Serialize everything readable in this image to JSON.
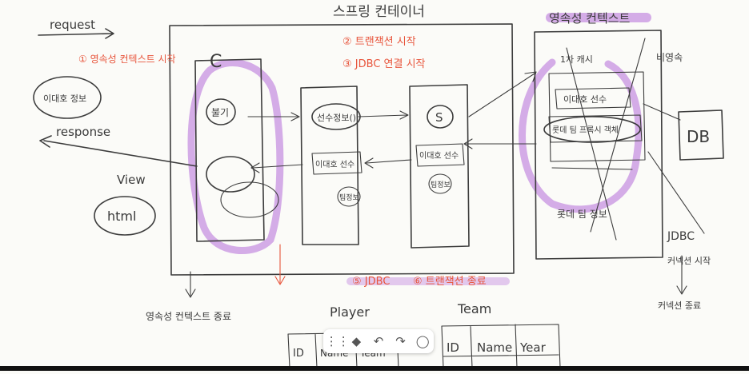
{
  "whiteboard": {
    "container_title": "스프링 컨테이너",
    "persistence_title": "영속성 컨텍스트",
    "request": "request",
    "response": "response",
    "step1": "① 영속성 컨텍스트 시작",
    "step2": "② 트랜잭션 시작",
    "step3": "③ JDBC 연결 시작",
    "step5": "⑤ JDBC",
    "step6": "⑥ 트랜잭션 종료",
    "player_info": "이대호 정보",
    "view": "View",
    "html": "html",
    "controller_letter": "C",
    "service_letter": "S",
    "call_label": "불기",
    "find_player": "선수정보()",
    "player_lee": "이대호 선수",
    "player_lee_team": "이대호 선수",
    "team_label": "팀정보",
    "first_cache": "1차 캐시",
    "lee_dae_ho": "이대호 선수",
    "proxy_team": "롯데 팀 프록시 객체",
    "lotte_team": "롯데 팀 정보",
    "non_persistent": "비영속",
    "db": "DB",
    "jdbc": "JDBC",
    "connection_start": "커넥션 시작",
    "connection_end": "커넥션 종료",
    "persistence_end": "영속성 컨텍스트 종료",
    "player_table_title": "Player",
    "team_table_title": "Team",
    "player_cols": [
      "ID",
      "Name",
      "Team"
    ],
    "team_cols": [
      "ID",
      "Name",
      "Year"
    ]
  },
  "toolbar": {
    "icons": [
      "drag-handle-icon",
      "eraser-icon",
      "undo-icon",
      "redo-icon",
      "more-icon"
    ],
    "glyphs": [
      "⋮⋮",
      "◆",
      "↶",
      "↷",
      "◯"
    ]
  }
}
